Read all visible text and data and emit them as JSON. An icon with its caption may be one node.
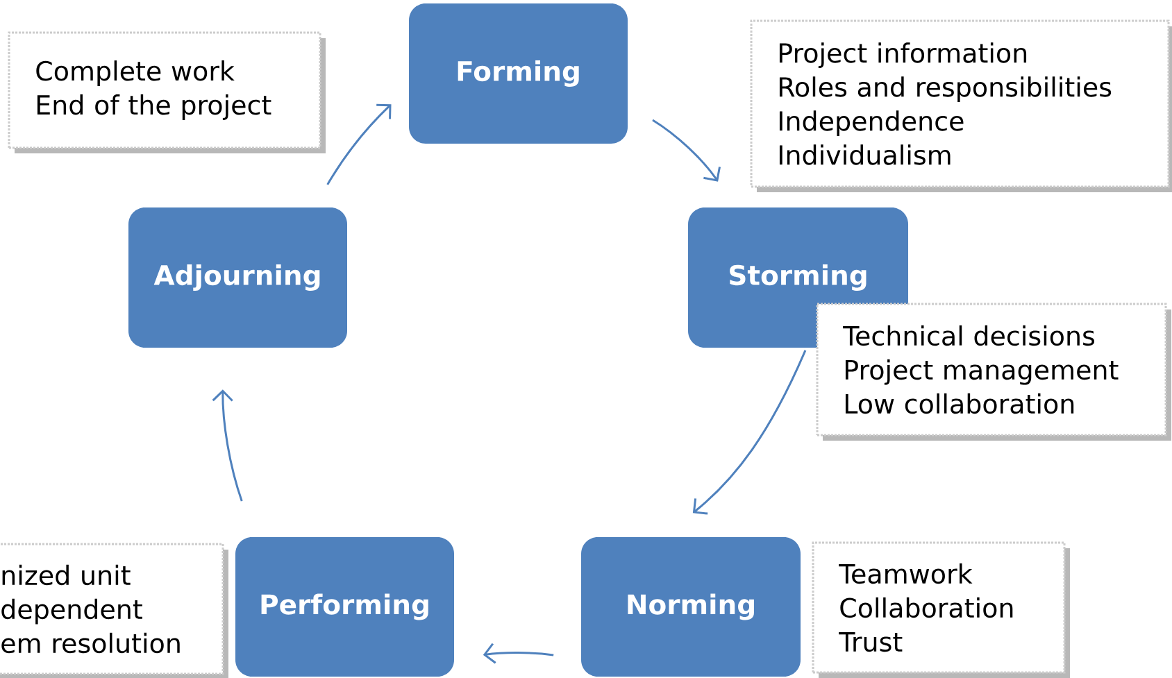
{
  "diagram": {
    "nodes": [
      {
        "text": [
          "Forming"
        ]
      },
      {
        "text": [
          "Storming"
        ]
      },
      {
        "text": [
          "Norming"
        ]
      },
      {
        "text": [
          "Performing"
        ]
      },
      {
        "text": [
          "Adjourning"
        ]
      },
      {
        "text": [
          "Complete work",
          "End of the project"
        ]
      },
      {
        "text": [
          "Project information",
          "Roles and responsibilities",
          "Independence",
          "Individualism"
        ]
      },
      {
        "text": [
          "Technical decisions",
          "Project management",
          "Low collaboration"
        ]
      },
      {
        "text": [
          "Teamwork",
          "Collaboration",
          "Trust"
        ]
      },
      {
        "text": [
          "nized unit",
          "dependent",
          "em resolution"
        ]
      }
    ],
    "edges": [
      {
        "from": 0,
        "to": 1,
        "arrow": "to"
      },
      {
        "from": 1,
        "to": 2,
        "arrow": "to"
      },
      {
        "from": 2,
        "to": 3,
        "arrow": "to"
      },
      {
        "from": 3,
        "to": 4,
        "arrow": "to"
      },
      {
        "from": 4,
        "to": 0,
        "arrow": "to"
      }
    ]
  }
}
